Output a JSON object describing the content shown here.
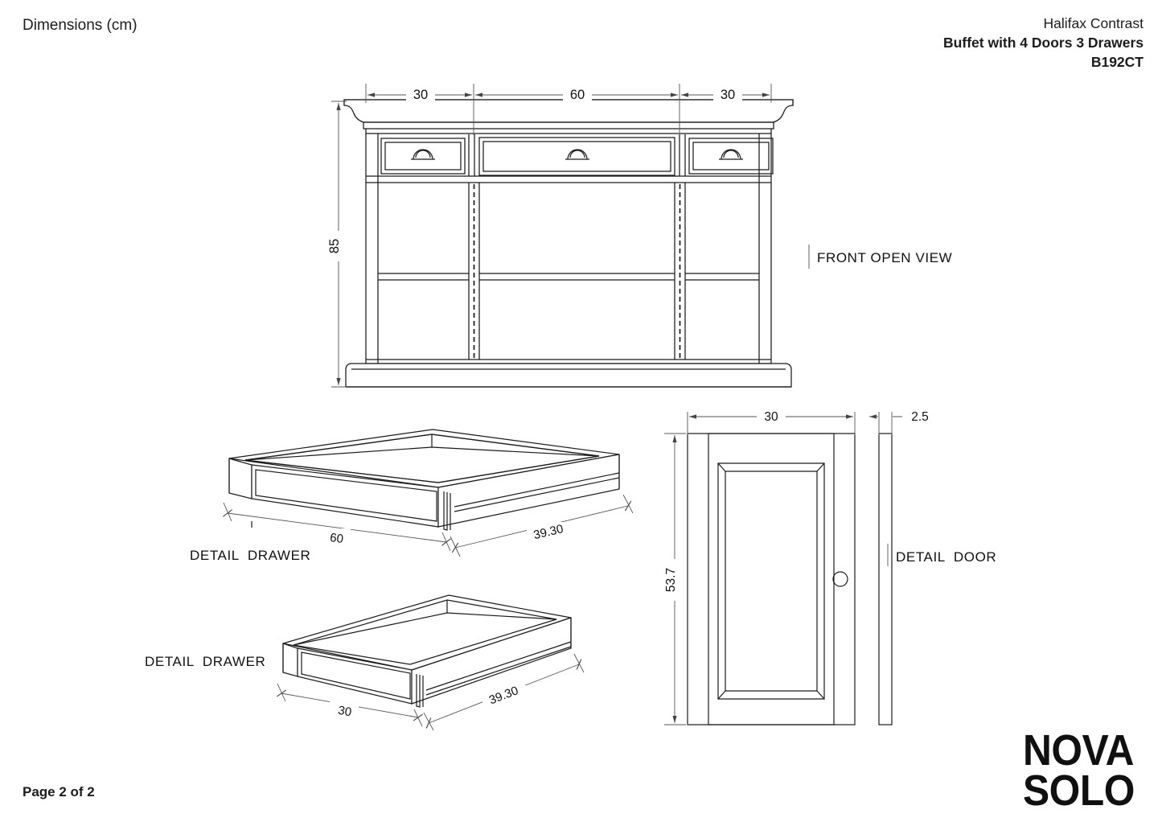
{
  "document": {
    "title": "Dimensions (cm)",
    "page_number": "Page 2 of 2",
    "units": "cm"
  },
  "header": {
    "product_line": "Halifax Contrast",
    "product_name": "Buffet with 4 Doors 3 Drawers",
    "product_code": "B192CT"
  },
  "brand": {
    "name_top": "NOVA",
    "name_bottom": "SOLO"
  },
  "views": {
    "front_open": {
      "label": "FRONT OPEN VIEW",
      "dimensions": {
        "top_left": "30",
        "top_center": "60",
        "top_right": "30",
        "height": "85"
      }
    },
    "detail_drawer_large": {
      "label": "DETAIL  DRAWER",
      "dimensions": {
        "width": "60",
        "depth": "39.30"
      }
    },
    "detail_drawer_small": {
      "label": "DETAIL  DRAWER",
      "dimensions": {
        "width": "30",
        "depth": "39.30"
      }
    },
    "detail_door": {
      "label": "DETAIL  DOOR",
      "dimensions": {
        "width": "30",
        "height": "53.7",
        "thickness": "2.5"
      }
    }
  },
  "colors": {
    "line": "#1a1a1a",
    "dimension_line": "#555555",
    "text": "#111111",
    "background": "#ffffff"
  }
}
